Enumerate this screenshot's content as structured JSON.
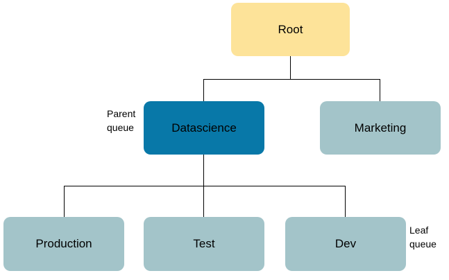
{
  "diagram": {
    "colors": {
      "root": "#fde399",
      "parent": "#0878a8",
      "queue": "#a3c4c9",
      "connector": "#000000"
    },
    "nodes": {
      "root": {
        "label": "Root"
      },
      "datascience": {
        "label": "Datascience"
      },
      "marketing": {
        "label": "Marketing"
      },
      "production": {
        "label": "Production"
      },
      "test": {
        "label": "Test"
      },
      "dev": {
        "label": "Dev"
      }
    },
    "annotations": {
      "parent_queue": {
        "line1": "Parent",
        "line2": "queue"
      },
      "leaf_queue": {
        "line1": "Leaf",
        "line2": "queue"
      }
    }
  }
}
